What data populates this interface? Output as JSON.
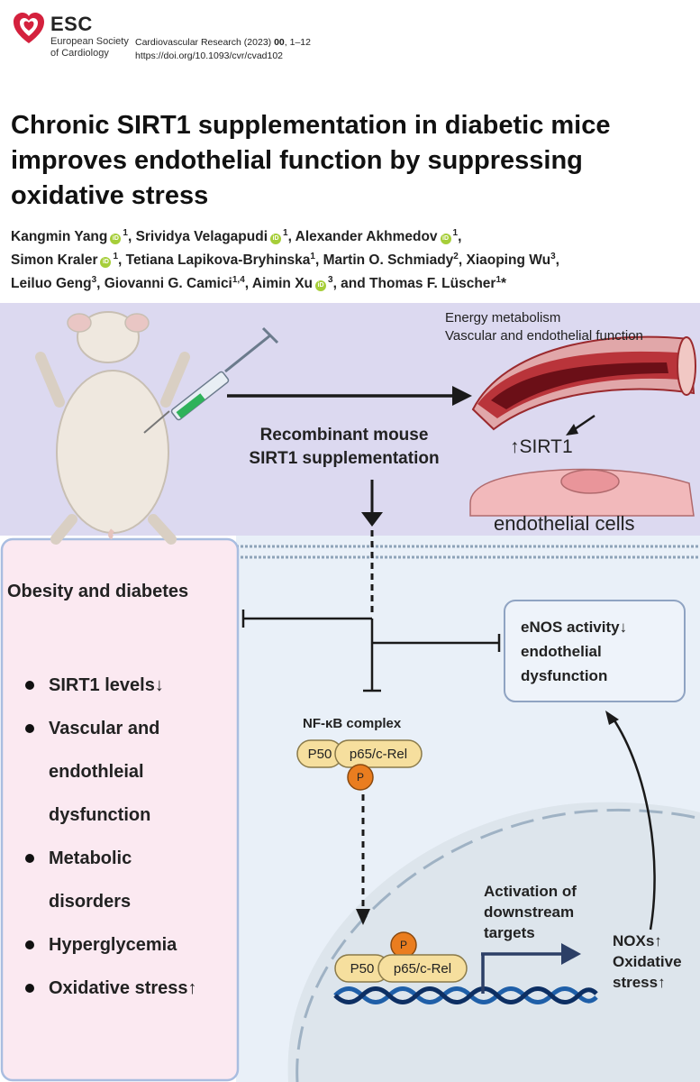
{
  "header": {
    "logo_word": "ESC",
    "logo_subtitle_line1": "European Society",
    "logo_subtitle_line2": "of Cardiology",
    "journal_name": "Cardiovascular Research (2023) ",
    "journal_volume": "00",
    "journal_pages": ", 1–12",
    "doi": "https://doi.org/10.1093/cvr/cvad102"
  },
  "article": {
    "title": "Chronic SIRT1 supplementation in diabetic mice improves endothelial function by suppressing oxidative stress",
    "authors": [
      {
        "name": "Kangmin Yang",
        "orcid": true,
        "aff": "1",
        "sep": ", "
      },
      {
        "name": "Srividya Velagapudi",
        "orcid": true,
        "aff": "1",
        "sep": ", "
      },
      {
        "name": "Alexander Akhmedov",
        "orcid": true,
        "aff": "1",
        "sep": ","
      },
      {
        "name": "Simon Kraler",
        "orcid": true,
        "aff": "1",
        "sep": ", "
      },
      {
        "name": "Tetiana Lapikova-Bryhinska",
        "orcid": false,
        "aff": "1",
        "sep": ", "
      },
      {
        "name": "Martin O. Schmiady",
        "orcid": false,
        "aff": "2",
        "sep": ", "
      },
      {
        "name": "Xiaoping Wu",
        "orcid": false,
        "aff": "3",
        "sep": ","
      },
      {
        "name": "Leiluo Geng",
        "orcid": false,
        "aff": "3",
        "sep": ", "
      },
      {
        "name": "Giovanni G. Camici",
        "orcid": false,
        "aff": "1,4",
        "sep": ", "
      },
      {
        "name": "Aimin Xu",
        "orcid": true,
        "aff": "3",
        "sep": ", and "
      },
      {
        "name": "Thomas F. Lüscher",
        "orcid": false,
        "aff": "1",
        "sep": "*"
      }
    ],
    "orcid_label": "iD"
  },
  "graphical_abstract": {
    "top_right_labels": [
      "Energy metabolism",
      "Vascular and endothelial function"
    ],
    "supplementation_label": [
      "Recombinant mouse",
      "SIRT1 supplementation"
    ],
    "sirt1_up": "↑SIRT1",
    "endothelial_cells": "endothelial cells",
    "left_box_title": "Obesity and diabetes",
    "left_box_items": [
      [
        "SIRT1 levels↓"
      ],
      [
        "Vascular and",
        "endothleial",
        "dysfunction"
      ],
      [
        "Metabolic",
        "disorders"
      ],
      [
        "Hyperglycemia"
      ],
      [
        "Oxidative stress↑"
      ]
    ],
    "enos_box": [
      "eNOS activity↓",
      "endothelial",
      "dysfunction"
    ],
    "nfkb_label": "NF-κB complex",
    "p50": "P50",
    "p65": "p65/c-Rel",
    "phospho": "P",
    "activation_label": [
      "Activation of",
      "downstream",
      "targets"
    ],
    "result_label": [
      "NOXs↑",
      "Oxidative",
      "stress↑"
    ],
    "colors": {
      "top_panel_bg": "#dcd9f0",
      "left_box_bg": "#fbe9f1",
      "left_box_border": "#a9bde0",
      "right_panel_bg": "#e9f0f8",
      "nucleus_bg": "#dde5ec",
      "vessel_red": "#b9343a",
      "cell_pink": "#f2b9bb",
      "protein_tan": "#f6df9e",
      "phospho_orange": "#ea7d1f",
      "arrow_navy": "#2c3f66",
      "dna_blue": "#1f5fa8"
    }
  }
}
